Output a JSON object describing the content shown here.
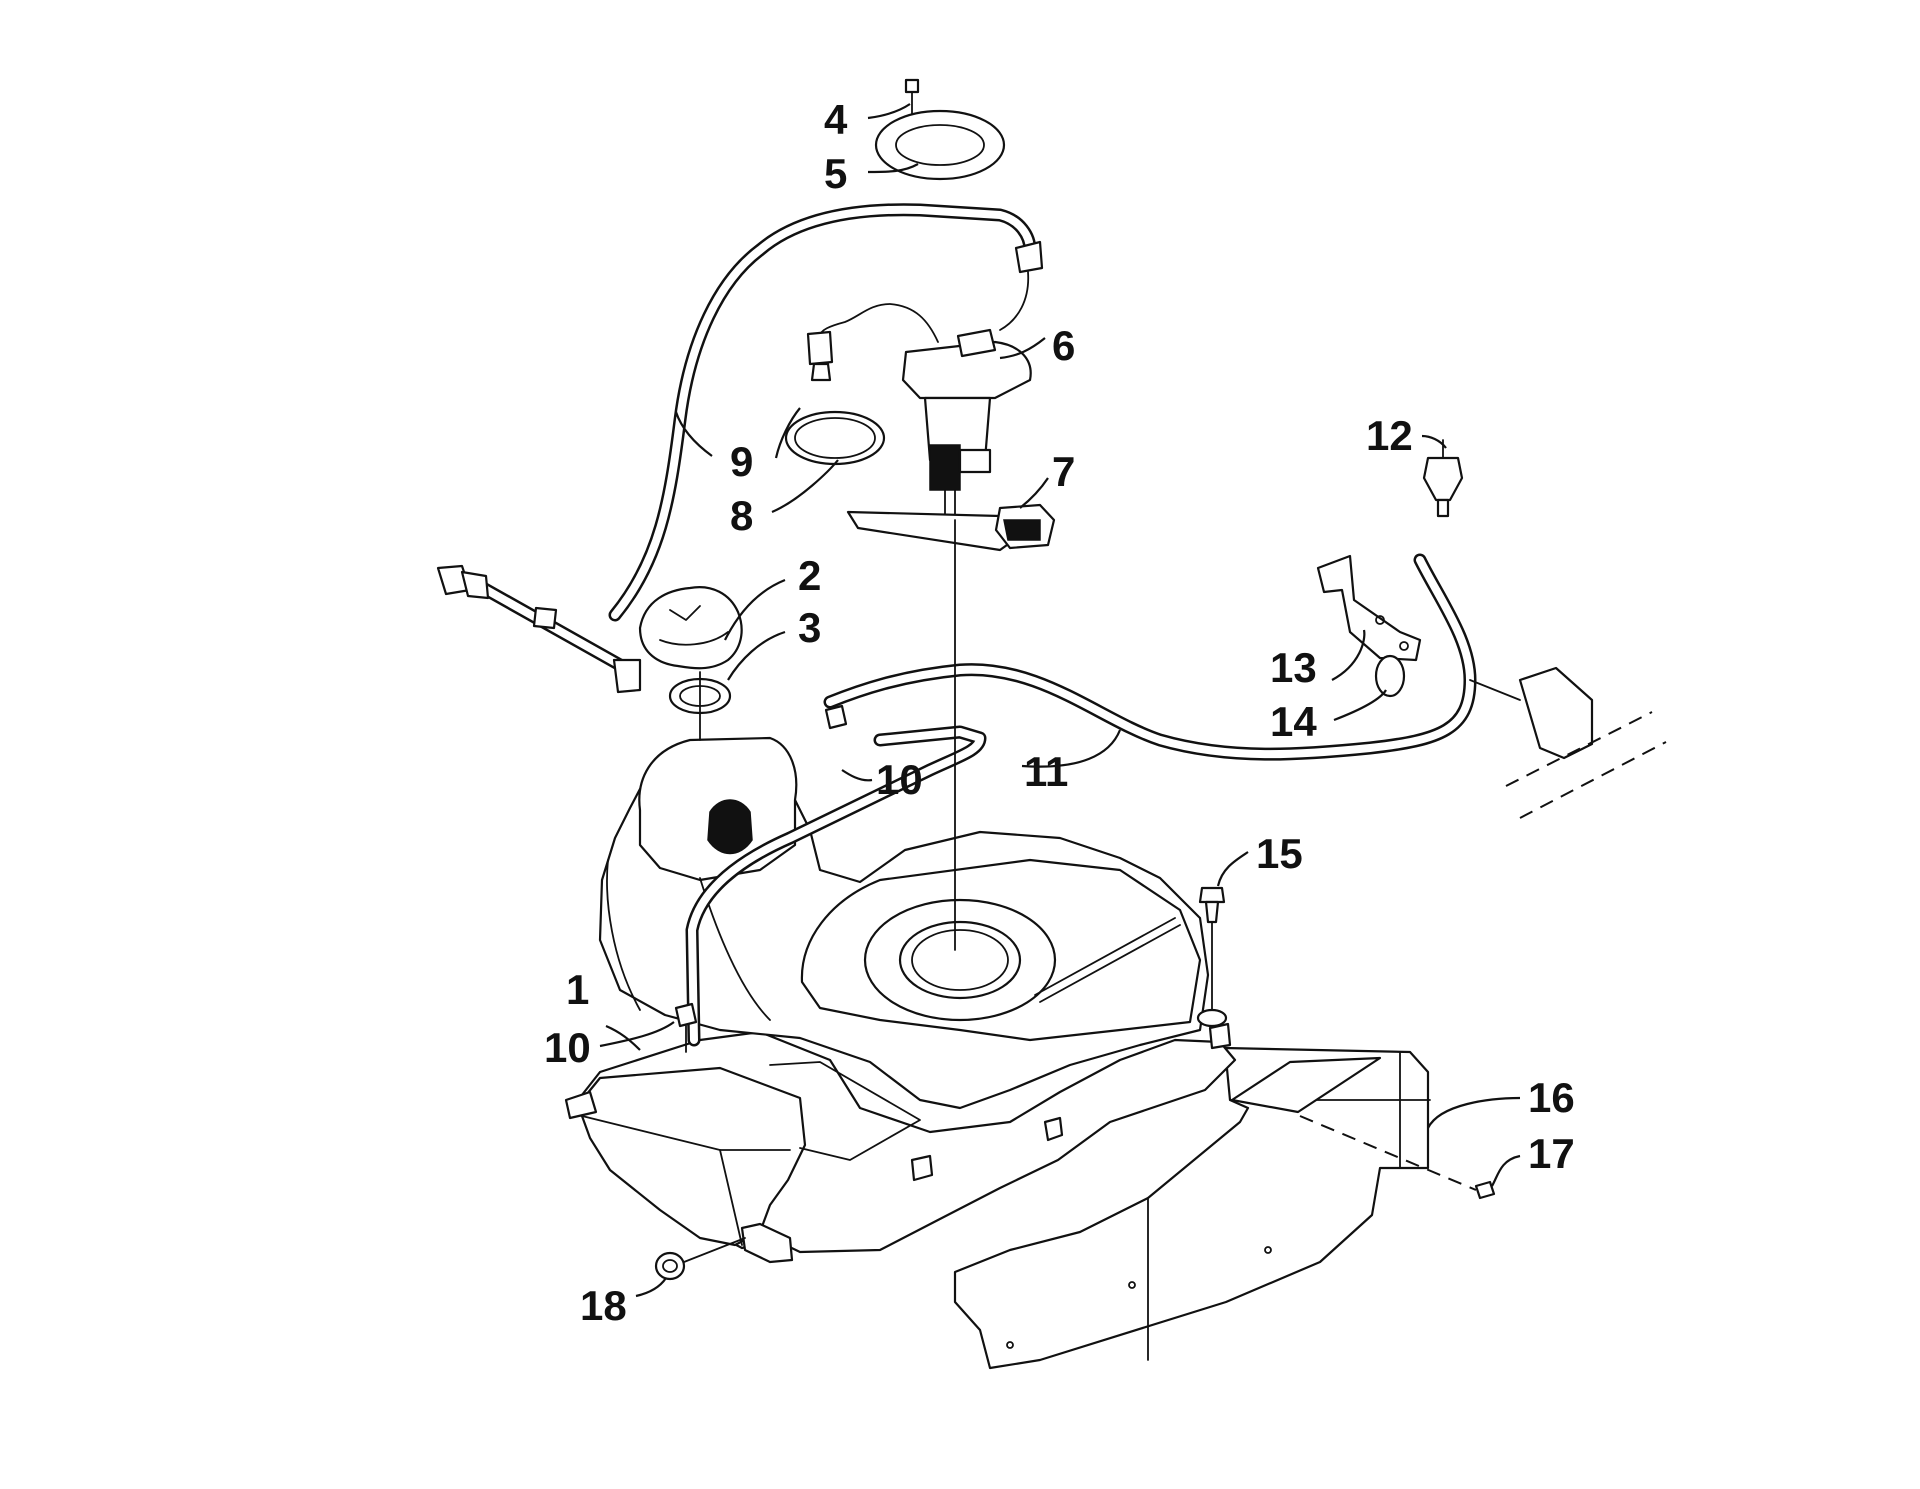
{
  "diagram": {
    "callouts": [
      "1",
      "2",
      "3",
      "4",
      "5",
      "6",
      "7",
      "8",
      "9",
      "10",
      "10",
      "11",
      "12",
      "13",
      "14",
      "15",
      "16",
      "17",
      "18"
    ]
  }
}
